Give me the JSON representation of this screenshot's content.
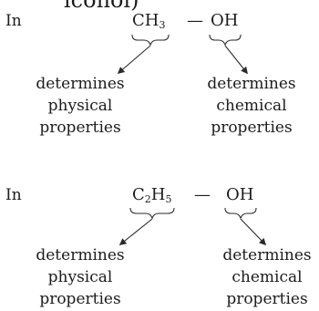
{
  "top_fragment": "lcohol)",
  "blocks": [
    {
      "prefix": "In",
      "group_main": "CH",
      "group_sub": "3",
      "dash": "—",
      "functional_group": "OH",
      "left_desc": [
        "determines",
        "physical",
        "properties"
      ],
      "right_desc": [
        "determines",
        "chemical",
        "properties"
      ]
    },
    {
      "prefix": "In",
      "group_main": "C",
      "group_sub": "2",
      "group_main2": "H",
      "group_sub2": "5",
      "dash": "—",
      "functional_group": "OH",
      "left_desc": [
        "determines",
        "physical",
        "properties"
      ],
      "right_desc": [
        "determines",
        "chemical",
        "properties"
      ]
    }
  ]
}
